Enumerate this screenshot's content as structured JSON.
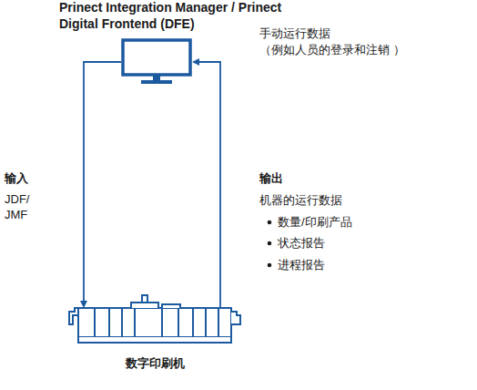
{
  "diagram": {
    "nodes": [
      {
        "text": [
          "Prinect Integration Manager / Prinect Digital Frontend (DFE)"
        ]
      },
      {
        "text": [
          "数字印刷机"
        ]
      }
    ],
    "edges": [
      {
        "from": 0,
        "to": 1,
        "arrow": "to"
      },
      {
        "from": 1,
        "to": 0,
        "arrow": "to"
      }
    ],
    "labels": [
      "手动运行数据 （例如人员的登录和注销 ）",
      "输入",
      "JDF/ JMF",
      "输出",
      "机器的运行数据",
      "数量/印刷产品",
      "状态报告",
      "进程报告"
    ]
  }
}
